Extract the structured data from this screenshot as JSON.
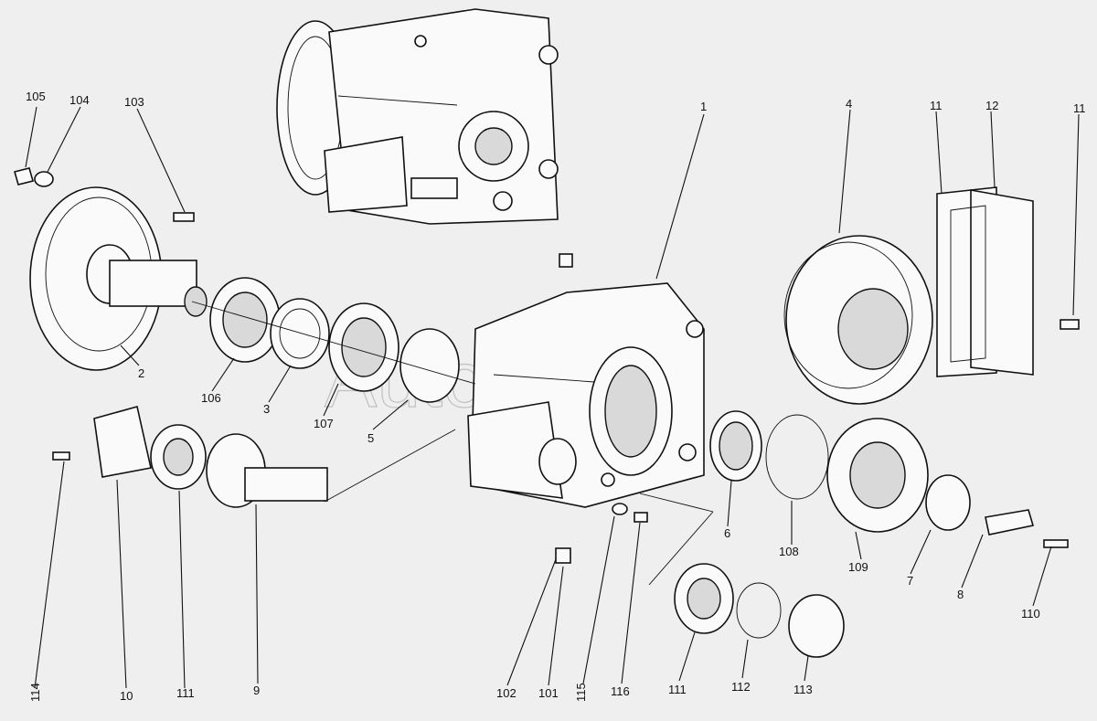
{
  "watermark": "AutoSoft",
  "callouts": [
    "105",
    "104",
    "103",
    "1",
    "4",
    "11",
    "12",
    "11",
    "2",
    "106",
    "3",
    "107",
    "5",
    "114",
    "10",
    "111",
    "9",
    "6",
    "108",
    "109",
    "7",
    "8",
    "110",
    "102",
    "101",
    "115",
    "116",
    "111",
    "112",
    "113"
  ]
}
